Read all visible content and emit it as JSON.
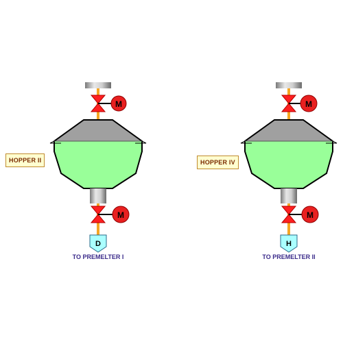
{
  "units": [
    {
      "id": "hopper-ii",
      "hopper_label": "HOPPER II",
      "destination_code": "D",
      "destination_label": "TO PREMELTER I",
      "top_motor_label": "M",
      "bottom_motor_label": "M",
      "fill_color": "#99ff99"
    },
    {
      "id": "hopper-iv",
      "hopper_label": "HOPPER IV",
      "destination_code": "H",
      "destination_label": "TO PREMELTER II",
      "top_motor_label": "M",
      "bottom_motor_label": "M",
      "fill_color": "#99ff99"
    }
  ],
  "colors": {
    "valve": "#ff2020",
    "motor": "#e82020",
    "pipe": "#f5a623",
    "hopper_top": "#a0a0a0",
    "hopper_fill": "#99ff99",
    "chute_fill": "#aaffff"
  }
}
